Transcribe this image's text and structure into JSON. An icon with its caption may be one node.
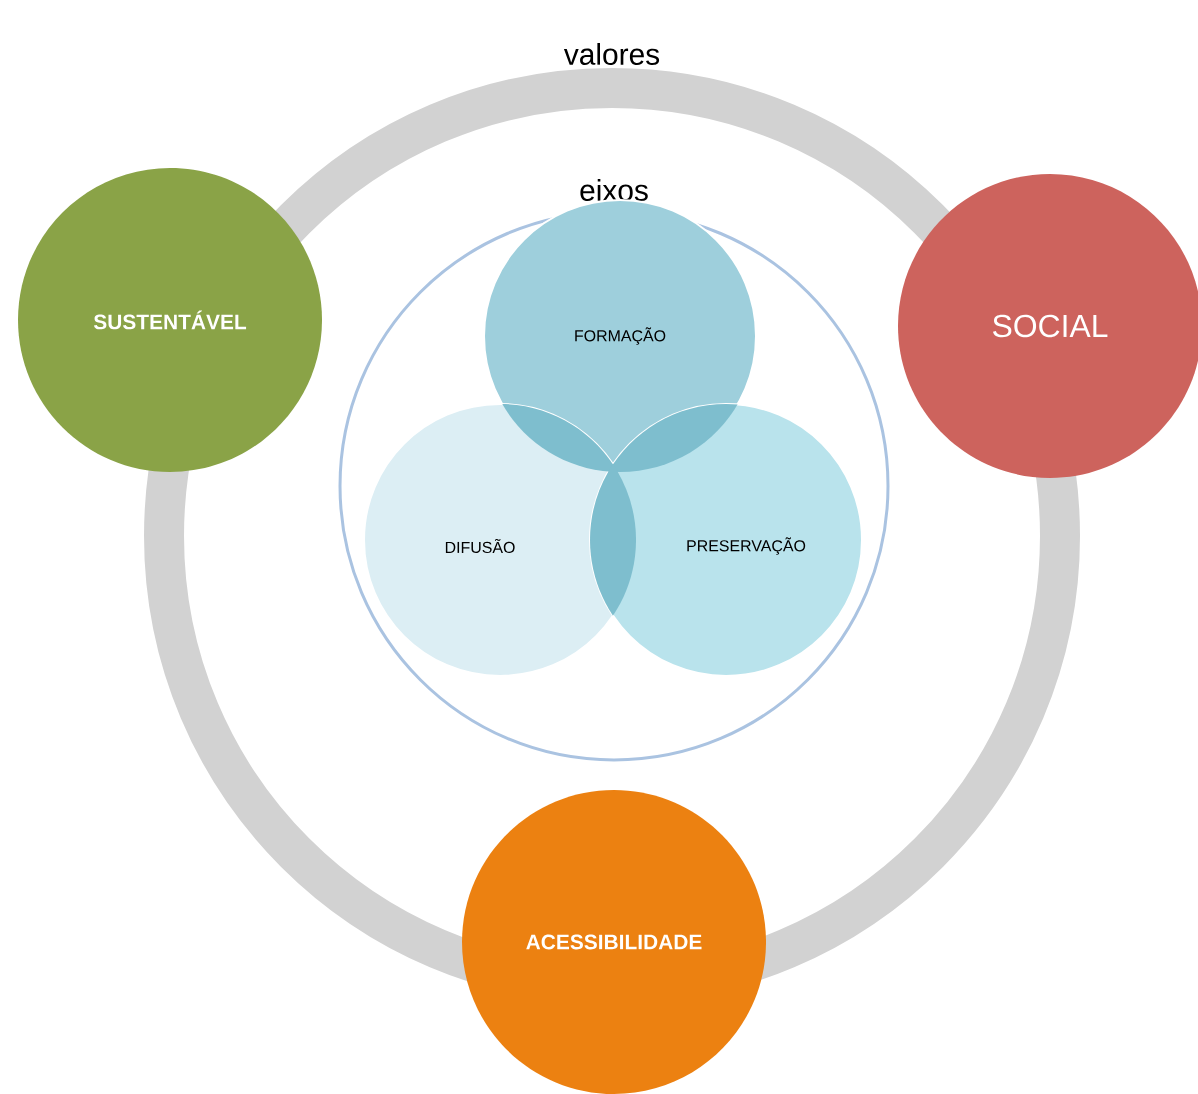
{
  "diagram": {
    "nodes": [
      {
        "text": [
          "valores"
        ]
      },
      {
        "text": [
          "eixos"
        ],
        "in": 0
      },
      {
        "text": [
          "FORMAÇÃO"
        ],
        "in": 1
      },
      {
        "text": [
          "DIFUSÃO"
        ],
        "in": 1
      },
      {
        "text": [
          "PRESERVAÇÃO"
        ],
        "in": 1
      },
      {
        "text": [
          "SUSTENTÁVEL"
        ]
      },
      {
        "text": [
          "SOCIAL"
        ]
      },
      {
        "text": [
          "ACESSIBILIDADE"
        ]
      }
    ]
  }
}
